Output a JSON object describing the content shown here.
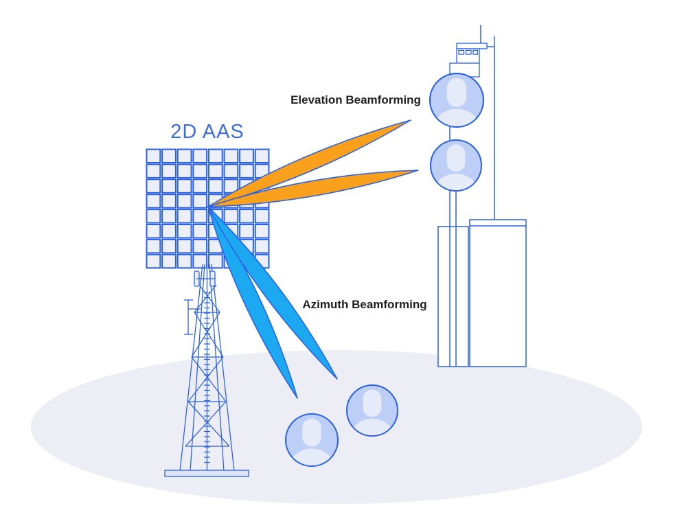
{
  "diagram_title": "2D AAS beamforming diagram",
  "antenna_array": {
    "label": "2D AAS",
    "rows": 8,
    "cols": 8
  },
  "beams": {
    "elevation": {
      "label": "Elevation Beamforming",
      "color": "#F9A01D",
      "count": 2
    },
    "azimuth": {
      "label": "Azimuth Beamforming",
      "color": "#1CA9F2",
      "count": 2
    }
  },
  "scene": {
    "building_users": 2,
    "ground_users": 2,
    "has_lattice_tower": true,
    "has_building": true
  },
  "colors": {
    "background": "#FFFFFF",
    "stroke_blue": "#2B62E4",
    "array_cell_fill": "#EDEFF8",
    "array_label_color": "#3B6CE3",
    "beam_orange": "#F9A01D",
    "beam_azure": "#1CA9F2",
    "avatar_fill": "#BDCEF7",
    "avatar_silhouette": "#E6EBF9",
    "ground_fill": "#EDEDF5",
    "label_color": "#1F1F1F"
  }
}
